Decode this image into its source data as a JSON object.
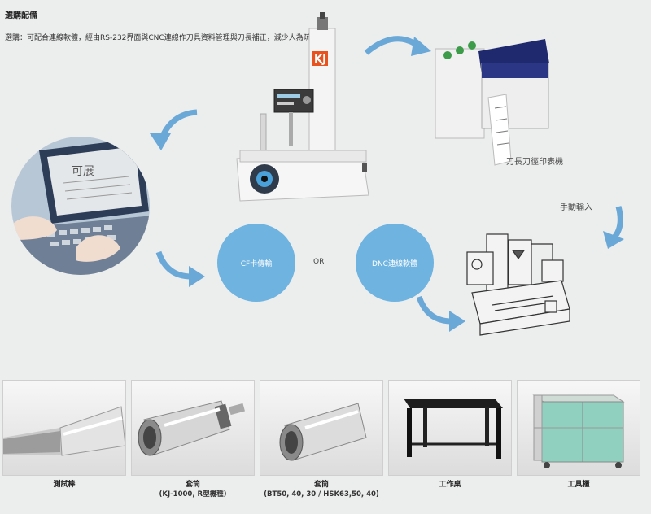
{
  "header": {
    "title": "選購配備",
    "description": "選購：可配合連線軟體，經由RS-232界面與CNC連線作刀具資料管理與刀長補正，減少人為疏失。"
  },
  "diagram": {
    "printer_label": "刀長刀徑印表機",
    "manual_input_label": "手動輸入",
    "cf_label": "CF卡傳輸",
    "or_label": "OR",
    "dnc_label": "DNC連線軟體",
    "laptop_screen_text": "可展",
    "machine_brand_mark": "KJ"
  },
  "products": [
    {
      "name": "測試棒",
      "sub": ""
    },
    {
      "name": "套筒",
      "sub": "(KJ-1000, R型機種)"
    },
    {
      "name": "套筒",
      "sub": "(BT50, 40, 30 / HSK63,50, 40)"
    },
    {
      "name": "工作桌",
      "sub": ""
    },
    {
      "name": "工具櫃",
      "sub": ""
    }
  ],
  "colors": {
    "bubble": "#6fb3e0",
    "arrow": "#6aa8d8",
    "background": "#eceded"
  }
}
